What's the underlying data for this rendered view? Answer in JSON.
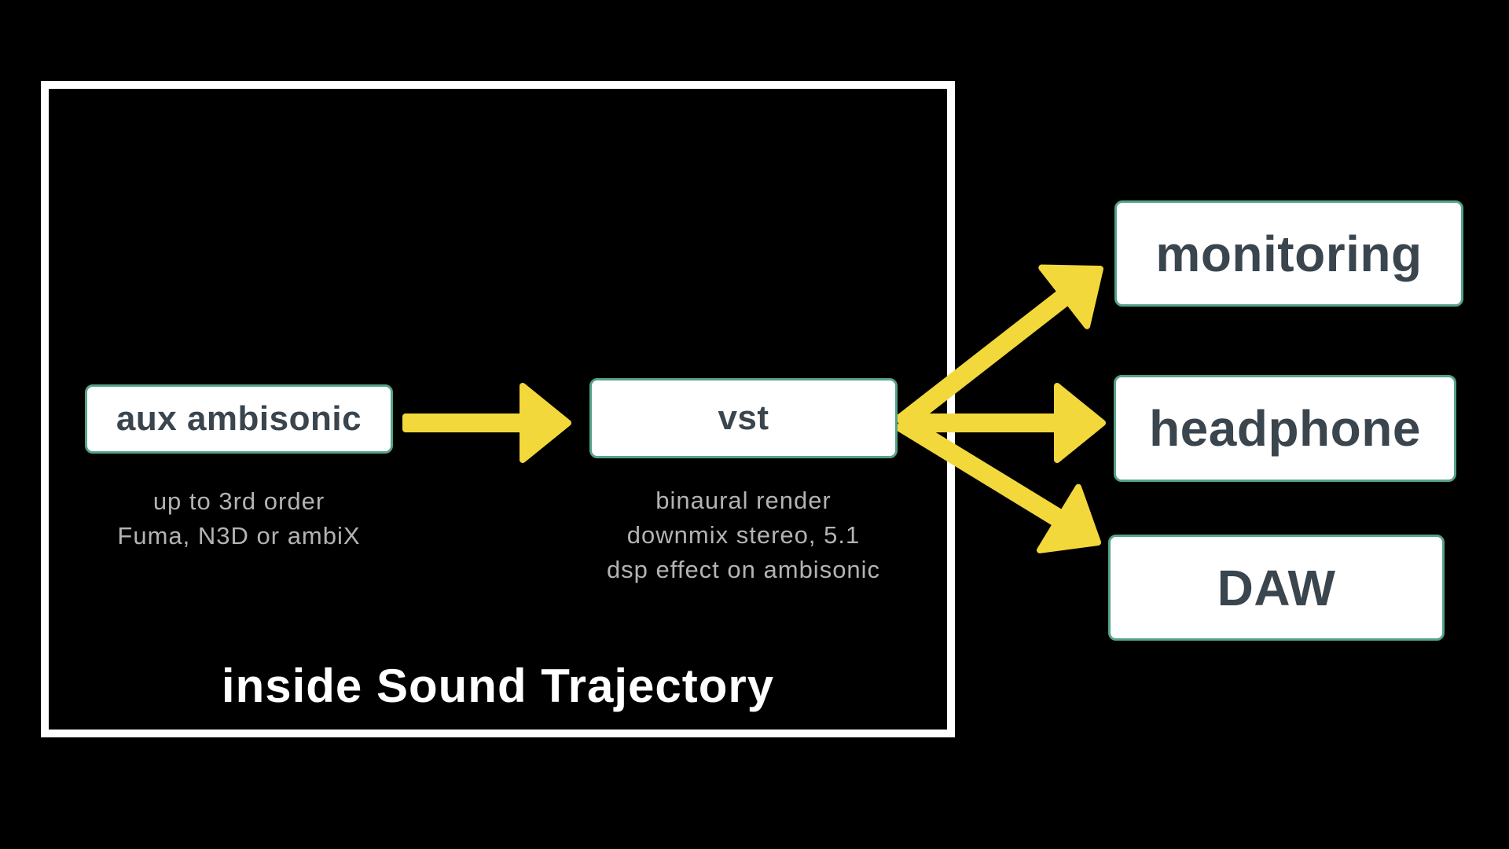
{
  "frame": {
    "label": "inside Sound Trajectory"
  },
  "nodes": {
    "aux": {
      "label": "aux ambisonic",
      "sub": [
        "up to 3rd order",
        "Fuma, N3D or ambiX"
      ]
    },
    "vst": {
      "label": "vst",
      "sub": [
        "binaural render",
        "downmix stereo, 5.1",
        "dsp effect on ambisonic"
      ]
    },
    "monitoring": {
      "label": "monitoring"
    },
    "headphone": {
      "label": "headphone"
    },
    "daw": {
      "label": "DAW"
    }
  },
  "edges": [
    {
      "from": "aux ambisonic",
      "to": "vst"
    },
    {
      "from": "vst",
      "to": "monitoring"
    },
    {
      "from": "vst",
      "to": "headphone"
    },
    {
      "from": "vst",
      "to": "DAW"
    }
  ],
  "colors": {
    "background": "#000000",
    "frame": "#ffffff",
    "box-bg": "#ffffff",
    "box-border": "#56a28c",
    "box-text": "#3a454e",
    "subtext": "#b3b3b3",
    "arrow": "#f2d83a",
    "title-text": "#ffffff"
  }
}
